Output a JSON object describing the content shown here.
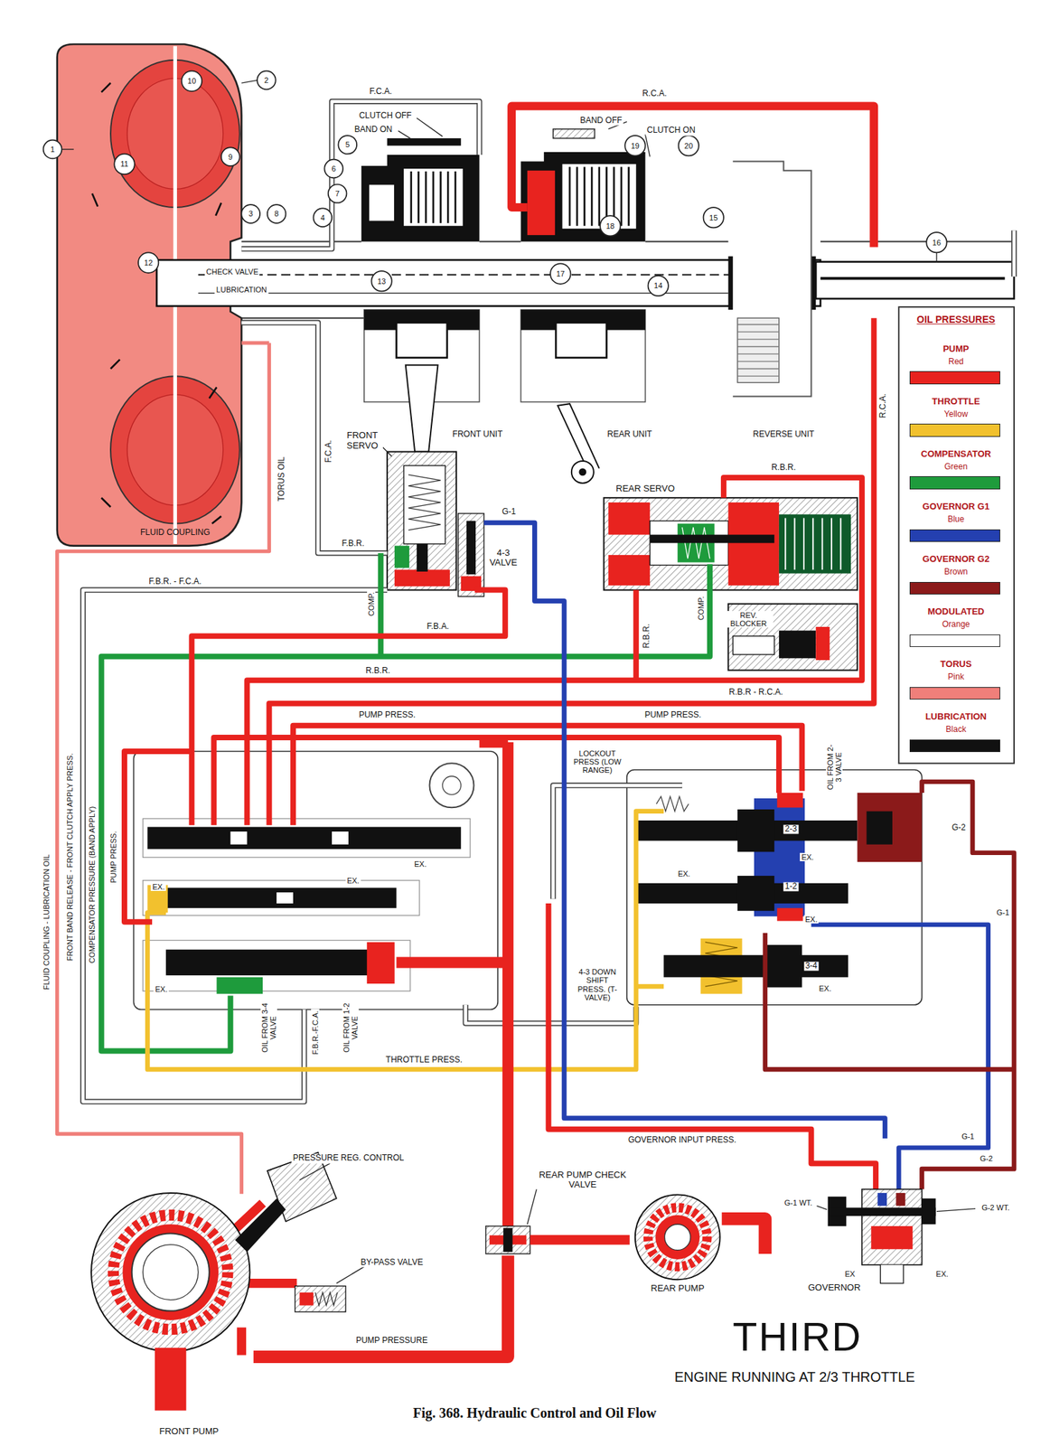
{
  "diagram": {
    "title": "THIRD",
    "caption": "Fig. 368. Hydraulic Control and Oil Flow",
    "nodes": [
      {
        "text": [
          "FRONT SERVO"
        ]
      },
      {
        "text": [
          "REAR SERVO"
        ]
      },
      {
        "text": [
          "4-3 VALVE"
        ]
      },
      {
        "text": [
          "GOVERNOR"
        ]
      },
      {
        "text": [
          "REAR PUMP CHECK VALVE"
        ]
      },
      {
        "text": [
          "REAR PUMP"
        ]
      },
      {
        "text": [
          "FRONT PUMP"
        ]
      }
    ],
    "edges": [
      {
        "from": 3,
        "to": 2,
        "arrow": "none",
        "label": "G-1"
      },
      {
        "from": 6,
        "to": 4,
        "arrow": "none",
        "label": "PUMP PRESSURE"
      },
      {
        "from": 5,
        "to": 4,
        "arrow": "none"
      }
    ],
    "labels": [
      "1",
      "10",
      "2",
      "5",
      "11",
      "9",
      "6",
      "7",
      "3",
      "8",
      "4",
      "12",
      "13",
      "17",
      "14",
      "18",
      "19",
      "20",
      "15",
      "16",
      "F.C.A.",
      "R.C.A.",
      "CLUTCH OFF",
      "BAND ON",
      "BAND OFF",
      "CLUTCH ON",
      "CHECK VALVE",
      "LUBRICATION",
      "FRONT UNIT",
      "REAR UNIT",
      "REVERSE UNIT",
      "FLUID COUPLING",
      "TORUS OIL",
      "F.C.A.",
      "F.B.R.",
      "COMP.",
      "F.B.R. - F.C.A.",
      "F.B.A.",
      "R.B.R.",
      "R.B.R.",
      "COMP.",
      "REV. BLOCKER",
      "R.C.A.",
      "R.B.R.",
      "R.B.R - R.C.A.",
      "PUMP PRESS.",
      "PUMP PRESS.",
      "LOCKOUT PRESS (LOW RANGE)",
      "OIL FROM 2-3 VALVE",
      "EX.",
      "EX.",
      "EX.",
      "EX.",
      "2-3",
      "EX.",
      "EX.",
      "1-2",
      "EX.",
      "3-4",
      "EX.",
      "G-2",
      "G-1",
      "4-3 DOWN SHIFT PRESS. (T-VALVE)",
      "OIL FROM 3-4 VALVE",
      "F.B.R.-F.C.A.",
      "OIL FROM 1-2 VALVE",
      "THROTTLE PRESS.",
      "GOVERNOR INPUT PRESS.",
      "G-1",
      "G-2",
      "G-1 WT.",
      "G-2 WT.",
      "EX",
      "EX.",
      "PRESSURE REG. CONTROL",
      "BY-PASS VALVE",
      "ENGINE RUNNING AT 2/3 THROTTLE",
      "FLUID COUPLING - LUBRICATION OIL",
      "FRONT BAND RELEASE - FRONT CLUTCH APPLY PRESS.",
      "COMPENSATOR PRESSURE (BAND APPLY)",
      "PUMP PRESS.",
      "OIL PRESSURES",
      "Red",
      "Yellow",
      "Green",
      "Blue",
      "Brown",
      "Orange",
      "Pink",
      "Black"
    ],
    "legend": [
      {
        "text": "PUMP",
        "color": "#e8231f"
      },
      {
        "text": "THROTTLE",
        "color": "#f2c12e"
      },
      {
        "text": "COMPENSATOR",
        "color": "#1e9b3c"
      },
      {
        "text": "GOVERNOR G1",
        "color": "#2440b0"
      },
      {
        "text": "GOVERNOR G2",
        "color": "#8b1a1a"
      },
      {
        "text": "MODULATED",
        "color": "#ffffff"
      },
      {
        "text": "TORUS",
        "color": "#f07f7a"
      },
      {
        "text": "LUBRICATION",
        "color": "#111111"
      }
    ]
  }
}
